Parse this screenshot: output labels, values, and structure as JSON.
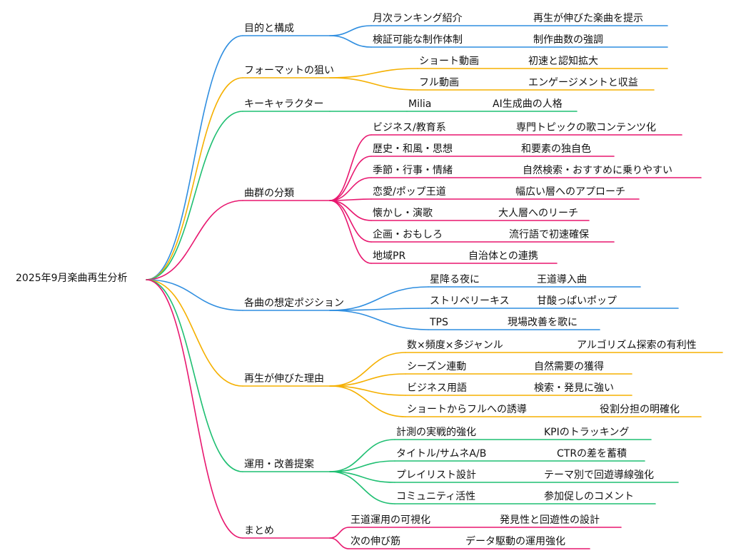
{
  "root": "2025年9月楽曲再生分析",
  "colors": {
    "blue": "#2f8ee0",
    "orange": "#f5b000",
    "green": "#1fbf72",
    "pink": "#e8176f"
  },
  "branches": [
    {
      "label": "目的と構成",
      "color": "blue",
      "children": [
        {
          "label": "月次ランキング紹介",
          "detail": "再生が伸びた楽曲を提示"
        },
        {
          "label": "検証可能な制作体制",
          "detail": "制作曲数の強調"
        }
      ]
    },
    {
      "label": "フォーマットの狙い",
      "color": "orange",
      "children": [
        {
          "label": "ショート動画",
          "detail": "初速と認知拡大"
        },
        {
          "label": "フル動画",
          "detail": "エンゲージメントと収益"
        }
      ]
    },
    {
      "label": "キーキャラクター",
      "color": "green",
      "children": [
        {
          "label": "Milia",
          "detail": "AI生成曲の人格"
        }
      ]
    },
    {
      "label": "曲群の分類",
      "color": "pink",
      "children": [
        {
          "label": "ビジネス/教育系",
          "detail": "専門トピックの歌コンテンツ化"
        },
        {
          "label": "歴史・和風・思想",
          "detail": "和要素の独自色"
        },
        {
          "label": "季節・行事・情緒",
          "detail": "自然検索・おすすめに乗りやすい"
        },
        {
          "label": "恋愛/ポップ王道",
          "detail": "幅広い層へのアプローチ"
        },
        {
          "label": "懐かし・演歌",
          "detail": "大人層へのリーチ"
        },
        {
          "label": "企画・おもしろ",
          "detail": "流行語で初速確保"
        },
        {
          "label": "地域PR",
          "detail": "自治体との連携"
        }
      ]
    },
    {
      "label": "各曲の想定ポジション",
      "color": "blue",
      "children": [
        {
          "label": "星降る夜に",
          "detail": "王道導入曲"
        },
        {
          "label": "ストリベリーキス",
          "detail": "甘酸っぱいポップ"
        },
        {
          "label": "TPS",
          "detail": "現場改善を歌に"
        }
      ]
    },
    {
      "label": "再生が伸びた理由",
      "color": "orange",
      "children": [
        {
          "label": "数×頻度×多ジャンル",
          "detail": "アルゴリズム探索の有利性"
        },
        {
          "label": "シーズン連動",
          "detail": "自然需要の獲得"
        },
        {
          "label": "ビジネス用語",
          "detail": "検索・発見に強い"
        },
        {
          "label": "ショートからフルへの誘導",
          "detail": "役割分担の明確化"
        }
      ]
    },
    {
      "label": "運用・改善提案",
      "color": "green",
      "children": [
        {
          "label": "計測の実戦的強化",
          "detail": "KPIのトラッキング"
        },
        {
          "label": "タイトル/サムネA/B",
          "detail": "CTRの差を蓄積"
        },
        {
          "label": "プレイリスト設計",
          "detail": "テーマ別で回遊導線強化"
        },
        {
          "label": "コミュニティ活性",
          "detail": "参加促しのコメント"
        }
      ]
    },
    {
      "label": "まとめ",
      "color": "pink",
      "children": [
        {
          "label": "王道運用の可視化",
          "detail": "発見性と回遊性の設計"
        },
        {
          "label": "次の伸び筋",
          "detail": "データ駆動の運用強化"
        }
      ]
    }
  ]
}
